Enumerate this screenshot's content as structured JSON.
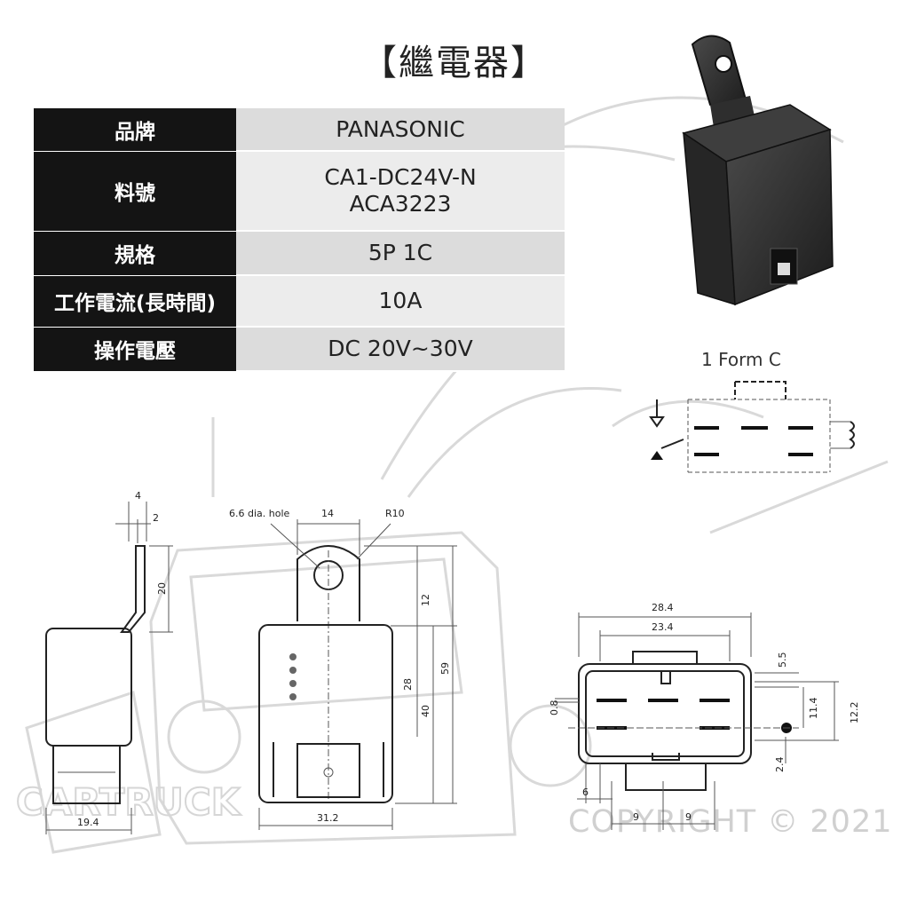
{
  "header": {
    "title": "【繼電器】"
  },
  "spec_table": {
    "rows": [
      {
        "label": "品牌",
        "value": "PANASONIC"
      },
      {
        "label": "料號",
        "value": "CA1-DC24V-N",
        "value2": "ACA3223"
      },
      {
        "label": "規格",
        "value": "5P 1C"
      },
      {
        "label": "工作電流(長時間)",
        "value": "10A"
      },
      {
        "label": "操作電壓",
        "value": "DC 20V~30V"
      }
    ]
  },
  "schematic": {
    "label": "1 Form C"
  },
  "watermark": {
    "brand": "CARTRUCK",
    "copyright": "COPYRIGHT © 2021"
  },
  "dimensions": {
    "side": {
      "d4": "4",
      "d2": "2",
      "d20": "20",
      "d19_4": "19.4"
    },
    "front": {
      "hole": "6.6 dia. hole",
      "d14": "14",
      "r10": "R10",
      "d12": "12",
      "d28": "28",
      "d40": "40",
      "d59": "59",
      "d31_2": "31.2"
    },
    "pins": {
      "d28_4": "28.4",
      "d23_4": "23.4",
      "d5_5": "5.5",
      "d0_8": "0.8",
      "d11_4": "11.4",
      "d12_2": "12.2",
      "d2_4": "2.4",
      "d6": "6",
      "d9a": "9",
      "d9b": "9"
    }
  },
  "colors": {
    "label_bg": "#141414",
    "value_bg": "#dcdcdc",
    "watermark": "#d6d6d6"
  }
}
